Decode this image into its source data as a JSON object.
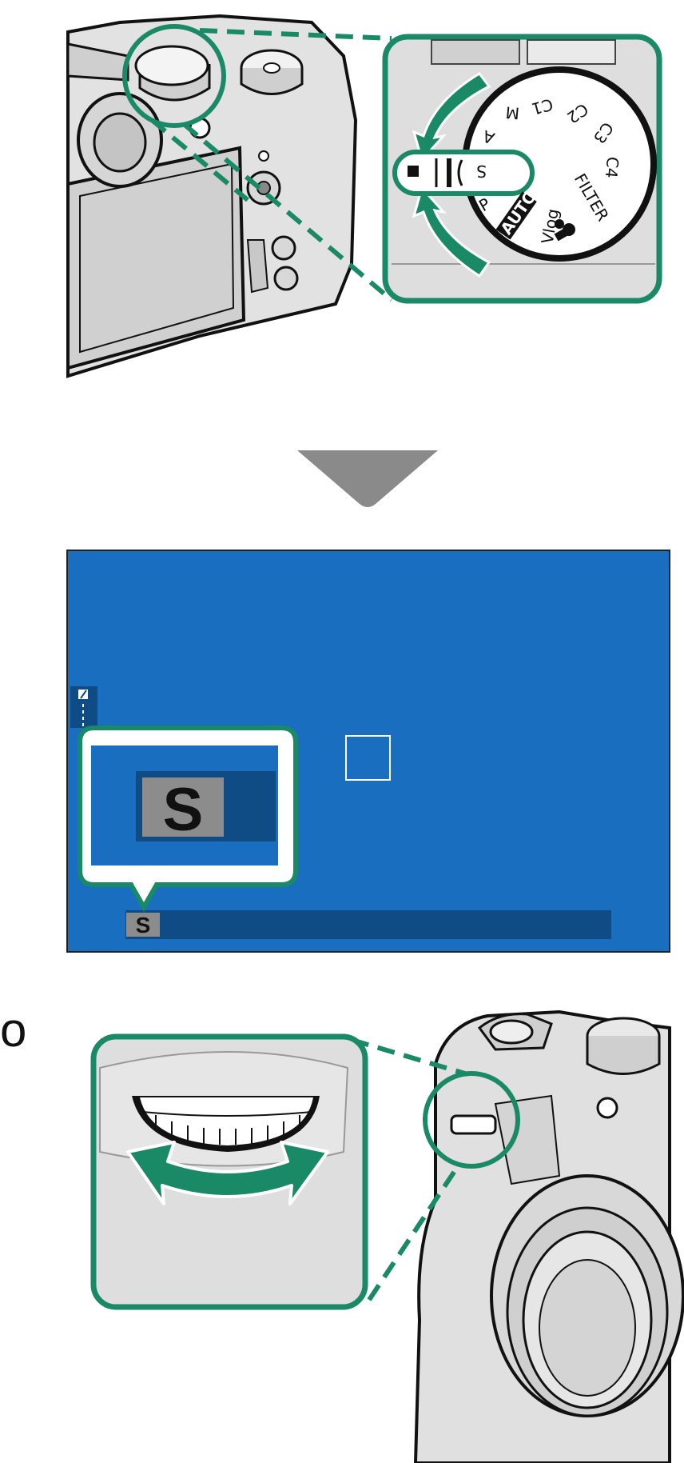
{
  "colors": {
    "accent_green": "#1a8a66",
    "screen_blue": "#1a6ec0",
    "screen_dark_blue": "#0f4c86",
    "arrow_gray": "#8a8a8a",
    "body_gray": "#dcdcdc",
    "mode_badge_gray": "#8c8c8c"
  },
  "dial": {
    "labels": [
      "C1",
      "C2",
      "C3",
      "C4",
      "FILTER",
      "Vlog",
      "AUTO",
      "P",
      "A",
      "M"
    ],
    "selected": "S"
  },
  "screen": {
    "mode_large": "S",
    "mode_small": "S"
  },
  "side_text": "o",
  "icons": {
    "flow_arrow": "down-triangle-arrow",
    "rotate_arrows": "curved-double-arrow",
    "exposure_comp": "exposure-compensation-icon"
  }
}
